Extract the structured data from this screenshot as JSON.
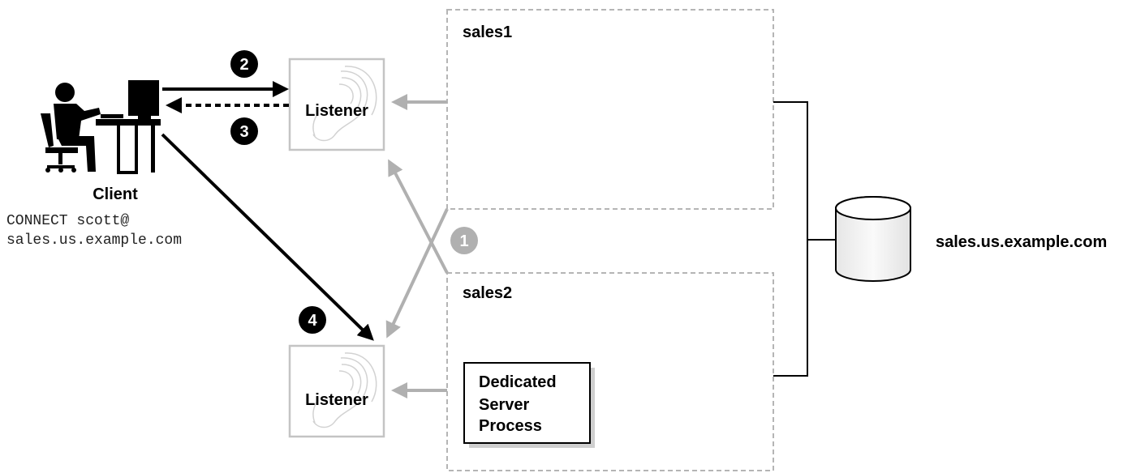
{
  "client": {
    "label": "Client",
    "connect_line1": "CONNECT scott@",
    "connect_line2": "sales.us.example.com"
  },
  "listeners": {
    "top_label": "Listener",
    "bottom_label": "Listener"
  },
  "instances": {
    "sales1_label": "sales1",
    "sales2_label": "sales2"
  },
  "dedicated_process": {
    "line1": "Dedicated",
    "line2": "Server",
    "line3": "Process"
  },
  "database": {
    "label": "sales.us.example.com"
  },
  "steps": {
    "step1": "1",
    "step2": "2",
    "step3": "3",
    "step4": "4"
  },
  "colors": {
    "black": "#000000",
    "gray_arrow": "#b0b0b0",
    "dashed_border": "#b5b5b5",
    "listener_border": "#c4c4c4",
    "db_fill": "#f2f2f2"
  }
}
